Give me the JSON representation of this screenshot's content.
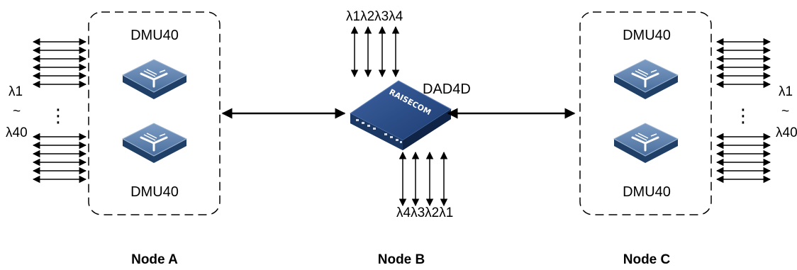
{
  "devices": {
    "node_a_top": "DMU40",
    "node_a_bottom": "DMU40",
    "node_b": "DAD4D",
    "node_c_top": "DMU40",
    "node_c_bottom": "DMU40",
    "brand": "RAISECOM"
  },
  "nodes": {
    "a": "Node A",
    "b": "Node B",
    "c": "Node C"
  },
  "wavelengths": {
    "first": "λ1",
    "last": "λ40",
    "range_sep": "~",
    "ellipsis": "⋮",
    "top_set": "λ1λ2λ3λ4",
    "bottom_set": "λ4λ3λ2λ1"
  },
  "colors": {
    "dmu_top": "#5a7fa9",
    "dmu_side": "#1f3f66",
    "dad_body": "#1e3e73"
  },
  "icons": {
    "dmu": "demux-y-icon",
    "dad": "switch-device-icon"
  }
}
